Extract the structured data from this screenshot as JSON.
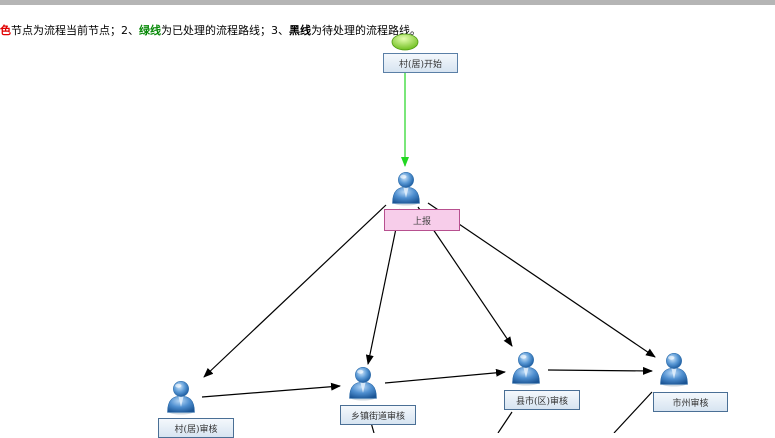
{
  "legend": {
    "part1_colored": "色",
    "part1_rest": "节点为流程当前节点；2、",
    "part2_colored": "绿线",
    "part2_rest": "为已处理的流程路线；3、",
    "part3_colored": "黑线",
    "part3_rest": "为待处理的流程路线。"
  },
  "nodes": {
    "start": "村(居)开始",
    "report": "上报",
    "village_review": "村(居)审核",
    "township_review": "乡镇街道审核",
    "county_review": "县市(区)审核",
    "city_review": "市州审核"
  },
  "colors": {
    "processed_line": "#22d622",
    "pending_line": "#000000",
    "current_node": "#f7cdea"
  },
  "icons": {
    "start_icon": "green-start-icon",
    "person_icon": "user-person-icon"
  }
}
